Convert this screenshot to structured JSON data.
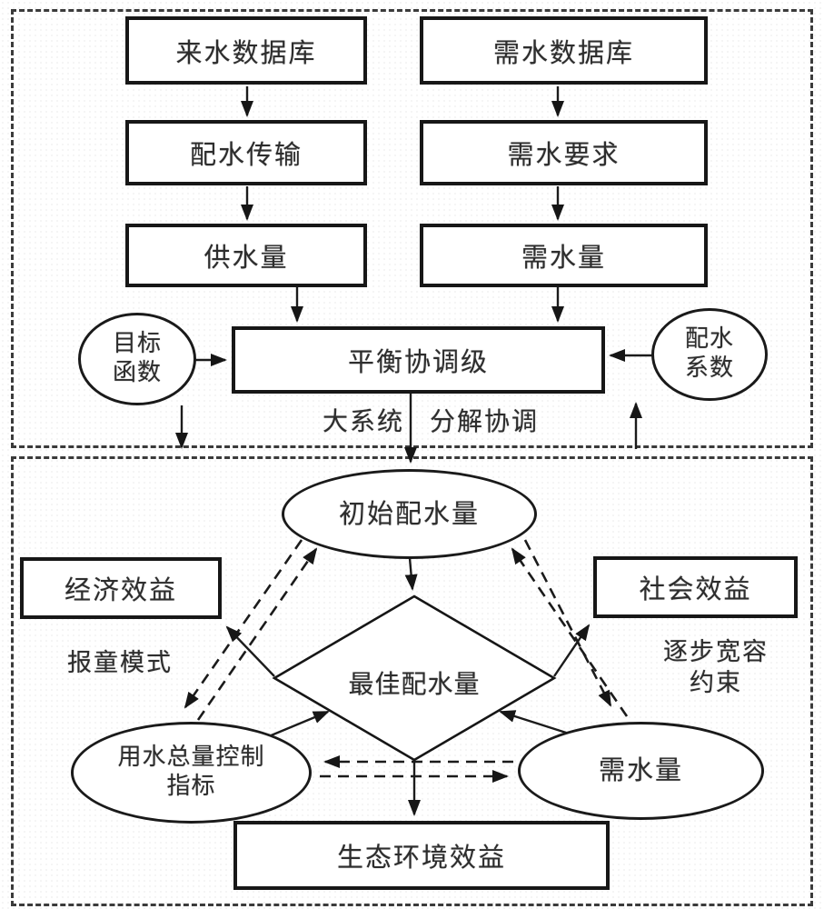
{
  "colors": {
    "line": "#1b1b1b",
    "border": "#171717",
    "background": "#ffffff",
    "text": "#2d2d2d"
  },
  "top_section": {
    "left_flow": [
      {
        "label": "来水数据库"
      },
      {
        "label": "配水传输"
      },
      {
        "label": "供水量"
      }
    ],
    "right_flow": [
      {
        "label": "需水数据库"
      },
      {
        "label": "需水要求"
      },
      {
        "label": "需水量"
      }
    ],
    "coordinator": {
      "label": "平衡协调级"
    },
    "objective_ellipse": {
      "line1": "目标",
      "line2": "函数"
    },
    "coefficient_ellipse": {
      "line1": "配水",
      "line2": "系数"
    },
    "caption_left": "大系统",
    "caption_right": "分解协调"
  },
  "bottom_section": {
    "initial_ellipse": {
      "label": "初始配水量"
    },
    "economic_box": {
      "label": "经济效益"
    },
    "social_box": {
      "label": "社会效益"
    },
    "newsboy_label": "报童模式",
    "tolerance_label": {
      "line1": "逐步宽容",
      "line2": "约束"
    },
    "diamond": {
      "label": "最佳配水量"
    },
    "water_total_ellipse": {
      "line1": "用水总量控制",
      "line2": "指标"
    },
    "demand_ellipse": {
      "label": "需水量"
    },
    "eco_box": {
      "label": "生态环境效益"
    }
  }
}
